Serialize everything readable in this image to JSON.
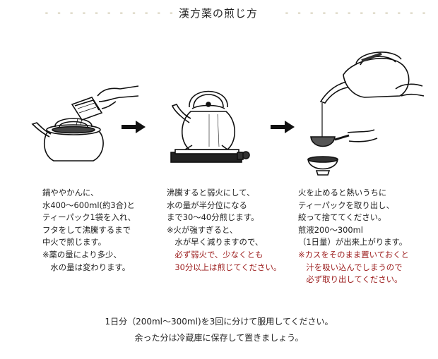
{
  "header": {
    "title": "漢方薬の煎じ方",
    "dashes": "- - - - - - - - - - - -"
  },
  "icons": {
    "step1": "kettle-pouring-herbs-icon",
    "step2": "kettle-on-stove-icon",
    "step3": "kettle-straining-icon",
    "arrow": "right-arrow-icon"
  },
  "colors": {
    "text": "#222222",
    "warning": "#9b1b1b",
    "dash": "#a89a6a"
  },
  "steps": [
    {
      "lines": [
        {
          "text": "鍋ややかんに、",
          "red": false
        },
        {
          "text": "水400～600ml(約3合)と",
          "red": false
        },
        {
          "text": "ティーパック1袋を入れ、",
          "red": false
        },
        {
          "text": "フタをして沸騰するまで",
          "red": false
        },
        {
          "text": "中火で煎じます。",
          "red": false
        },
        {
          "text": "※薬の量により多少、",
          "red": false
        },
        {
          "text": "　水の量は変わります。",
          "red": false
        }
      ]
    },
    {
      "lines": [
        {
          "text": "沸騰すると弱火にして、",
          "red": false
        },
        {
          "text": "水の量が半分位になる",
          "red": false
        },
        {
          "text": "まで30～40分煎じます。",
          "red": false
        },
        {
          "text": "※火が強すぎると、",
          "red": false
        },
        {
          "text": "　水が早く減りますので、",
          "red": false
        },
        {
          "text": "　必ず弱火で、少なくとも",
          "red": true
        },
        {
          "text": "　30分以上は煎じてください。",
          "red": true
        }
      ]
    },
    {
      "lines": [
        {
          "text": "火を止めると熱いうちに",
          "red": false
        },
        {
          "text": "ティーパックを取り出し、",
          "red": false
        },
        {
          "text": "絞って捨ててください。",
          "red": false
        },
        {
          "text": "煎液200～300ml",
          "red": false
        },
        {
          "text": "（1日量）が出来上がります。",
          "red": false
        },
        {
          "text": "※カスをそのまま置いておくと",
          "red": true
        },
        {
          "text": "　汁を吸い込んでしまうので",
          "red": true
        },
        {
          "text": "　必ず取り出してください。",
          "red": true
        }
      ]
    }
  ],
  "footer": {
    "line1": "1日分（200ml～300ml)を3回に分けて服用してください。",
    "line2": "余った分は冷蔵庫に保存して置きましょう。"
  }
}
